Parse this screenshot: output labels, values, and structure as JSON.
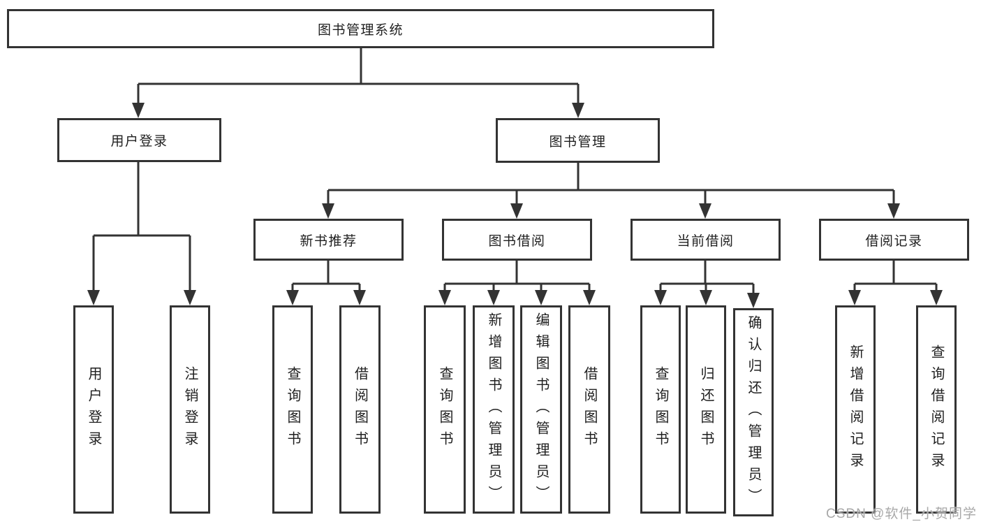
{
  "diagram": {
    "type": "hierarchy-tree",
    "orientation": "top-down"
  },
  "colors": {
    "line": "#333333",
    "box_border": "#333333",
    "box_fill": "#ffffff",
    "text": "#1f1f1f",
    "watermark": "#a8a8a8",
    "background": "#ffffff"
  },
  "tree": {
    "root": "图书管理系统",
    "branches": [
      {
        "label": "用户登录",
        "children": [
          "用户登录",
          "注销登录"
        ]
      },
      {
        "label": "图书管理",
        "children": [
          {
            "label": "新书推荐",
            "children": [
              "查询图书",
              "借阅图书"
            ]
          },
          {
            "label": "图书借阅",
            "children": [
              "查询图书",
              "新增图书（管理员）",
              "编辑图书（管理员）",
              "借阅图书"
            ]
          },
          {
            "label": "当前借阅",
            "children": [
              "查询图书",
              "归还图书",
              "确认归还（管理员）"
            ]
          },
          {
            "label": "借阅记录",
            "children": [
              "新增借阅记录",
              "查询借阅记录"
            ]
          }
        ]
      }
    ]
  },
  "watermark": {
    "text": "CSDN @软件_小贺同学"
  }
}
